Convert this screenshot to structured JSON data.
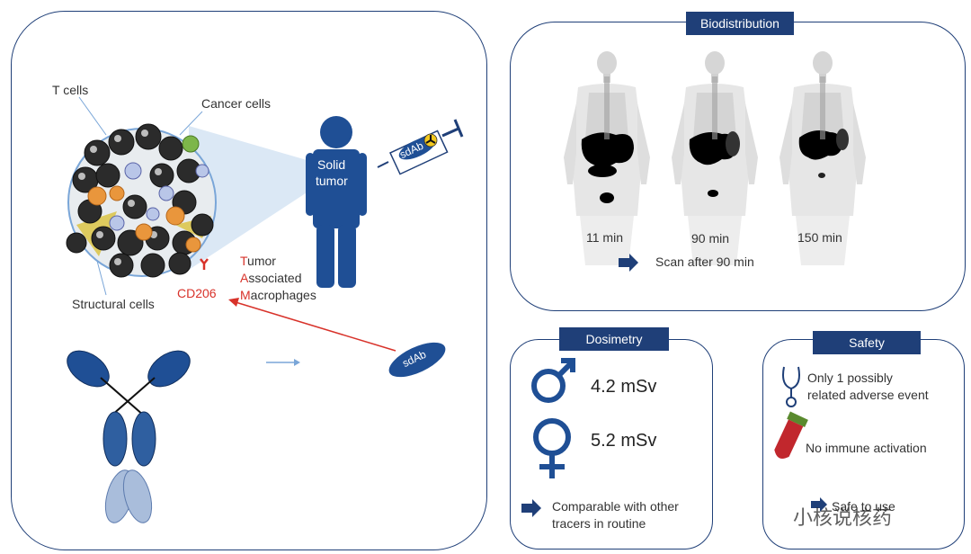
{
  "left": {
    "t_cells": "T cells",
    "cancer_cells": "Cancer cells",
    "structural_cells": "Structural cells",
    "solid_tumor_line1": "Solid",
    "solid_tumor_line2": "tumor",
    "cd206": "CD206",
    "tam": [
      {
        "initial": "T",
        "rest": "umor"
      },
      {
        "initial": "A",
        "rest": "ssociated"
      },
      {
        "initial": "M",
        "rest": "acrophages"
      }
    ],
    "sdab_syringe": "sdAb",
    "sdab_free": "sdAb"
  },
  "biodistribution": {
    "title": "Biodistribution",
    "times": [
      "11 min",
      "90 min",
      "150 min"
    ],
    "scan_note": "Scan after 90 min"
  },
  "dosimetry": {
    "title": "Dosimetry",
    "male_value": "4.2 mSv",
    "female_value": "5.2 mSv",
    "note_line1": "Comparable with other",
    "note_line2": "tracers in routine"
  },
  "safety": {
    "title": "Safety",
    "adverse_line1": "Only 1 possibly",
    "adverse_line2": "related adverse event",
    "immune": "No immune activation",
    "bottom_label": "Safe to use"
  },
  "watermark": "小核说核药",
  "colors": {
    "navy": "#1f3f78",
    "red": "#d8322a",
    "cell_dark": "#2b2b2b",
    "macrophage": "#e9963c"
  }
}
